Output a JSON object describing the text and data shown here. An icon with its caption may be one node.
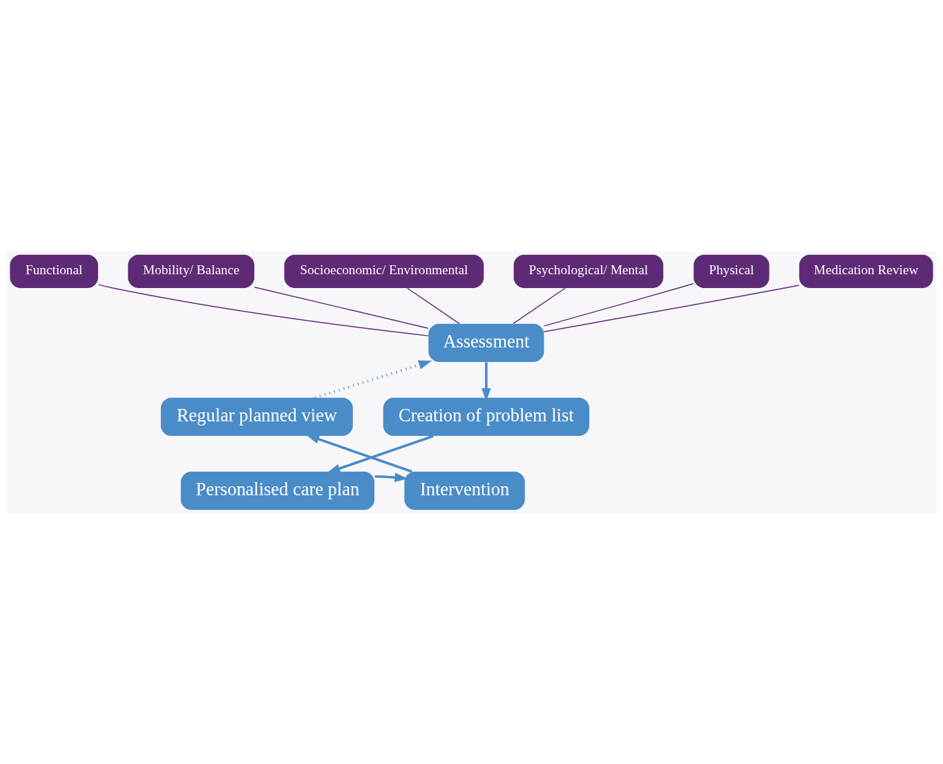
{
  "diagram": {
    "nodes": [
      {
        "text": [
          "Functional"
        ]
      },
      {
        "text": [
          "Mobility/ Balance"
        ]
      },
      {
        "text": [
          "Socioeconomic/ Environmental"
        ]
      },
      {
        "text": [
          "Psychological/ Mental"
        ]
      },
      {
        "text": [
          "Physical"
        ]
      },
      {
        "text": [
          "Medication Review"
        ]
      },
      {
        "text": [
          "Assessment"
        ]
      },
      {
        "text": [
          "Regular planned view"
        ]
      },
      {
        "text": [
          "Creation of problem list"
        ]
      },
      {
        "text": [
          "Intervention"
        ]
      },
      {
        "text": [
          "Personalised care plan"
        ]
      }
    ],
    "edges": [
      {
        "from": 0,
        "to": 6,
        "arrow": "none"
      },
      {
        "from": 1,
        "to": 6,
        "arrow": "none"
      },
      {
        "from": 2,
        "to": 6,
        "arrow": "none"
      },
      {
        "from": 3,
        "to": 6,
        "arrow": "none"
      },
      {
        "from": 4,
        "to": 6,
        "arrow": "none"
      },
      {
        "from": 5,
        "to": 6,
        "arrow": "none"
      },
      {
        "from": 6,
        "to": 8,
        "arrow": "to",
        "style": "thick",
        "color": "#4a8cc7"
      },
      {
        "from": 8,
        "to": 10,
        "arrow": "to",
        "style": "thick",
        "color": "#4a8cc7"
      },
      {
        "from": 10,
        "to": 9,
        "arrow": "to",
        "style": "thick",
        "color": "#4a8cc7"
      },
      {
        "from": 9,
        "to": 7,
        "arrow": "to",
        "style": "thick",
        "color": "#4a8cc7"
      },
      {
        "from": 7,
        "to": 6,
        "arrow": "to",
        "style": "dashed",
        "color": "#4a8cc7"
      }
    ]
  }
}
